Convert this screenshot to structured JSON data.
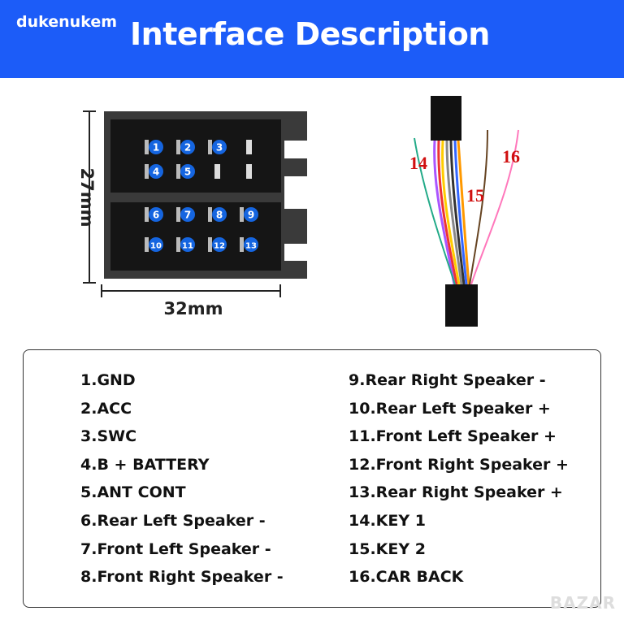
{
  "header": {
    "watermark": "dukenukem",
    "title": "Interface Description"
  },
  "connector": {
    "height_label": "27mm",
    "width_label": "32mm",
    "pins": [
      "1",
      "2",
      "3",
      "4",
      "5",
      "6",
      "7",
      "8",
      "9",
      "10",
      "11",
      "12",
      "13"
    ]
  },
  "harness": {
    "labels": [
      "14",
      "15",
      "16"
    ]
  },
  "pinout": {
    "left": [
      "1.GND",
      "2.ACC",
      "3.SWC",
      "4.B + BATTERY",
      "5.ANT CONT",
      "6.Rear Left Speaker -",
      "7.Front Left Speaker -",
      "8.Front Right Speaker -"
    ],
    "right": [
      "9.Rear Right Speaker -",
      "10.Rear Left Speaker +",
      "11.Front Left Speaker +",
      "12.Front Right Speaker +",
      "13.Rear Right Speaker +",
      "14.KEY 1",
      "15.KEY 2",
      "16.CAR BACK"
    ]
  },
  "footer_watermark": "BAZAR",
  "colors": {
    "banner": "#1c5cf8",
    "pin_badge": "#1565e0",
    "label_red": "#d01010"
  }
}
